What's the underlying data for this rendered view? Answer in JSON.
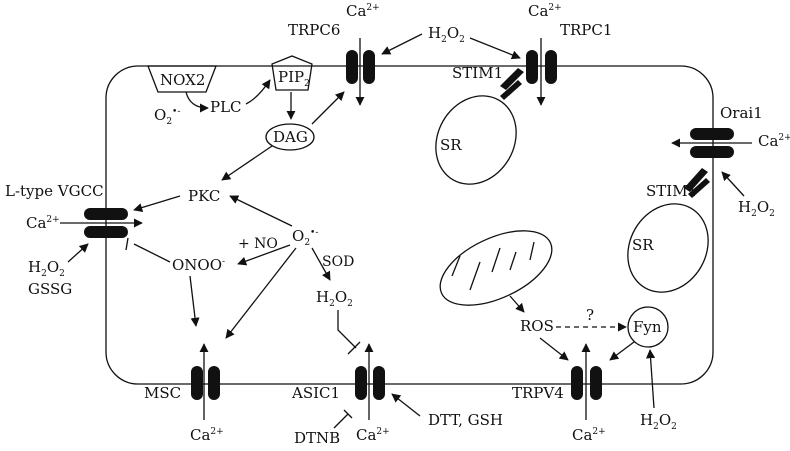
{
  "labels": {
    "trpc6": "TRPC6",
    "trpc1": "TRPC1",
    "orai1": "Orai1",
    "nox2": "NOX2",
    "plc": "PLC",
    "pip2": "PIP",
    "pip2_sub": "2",
    "dag": "DAG",
    "pkc": "PKC",
    "ltype": "L-type VGCC",
    "stim1": "STIM1",
    "sr": "SR",
    "o2": "O",
    "o2_sub": "2",
    "o2_sup": "•-",
    "nonoo": "ONOO",
    "nonoo_sup": "-",
    "plus_no": "+ NO",
    "sod": "SOD",
    "h2o2_h": "H",
    "h2o2_o": "O",
    "two": "2",
    "gssg": "GSSG",
    "ros": "ROS",
    "question": "?",
    "fyn": "Fyn",
    "msc": "MSC",
    "asic1": "ASIC1",
    "trpv4": "TRPV4",
    "dtnb": "DTNB",
    "dtt": "DTT, GSH",
    "ca": "Ca",
    "ca_sup": "2+"
  },
  "colors": {
    "ink": "#111111",
    "background": "#ffffff"
  }
}
